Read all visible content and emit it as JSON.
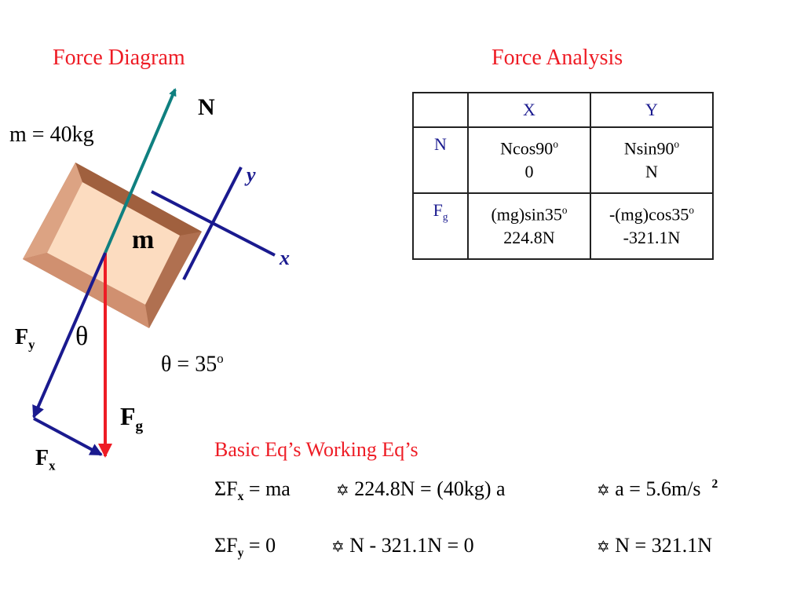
{
  "diagram": {
    "title": "Force Diagram",
    "mass_label": "m = 40kg",
    "block_label": "m",
    "normal_label": "N",
    "fy_label": "F",
    "fy_sub": "y",
    "fx_label": "F",
    "fx_sub": "x",
    "fg_label": "F",
    "fg_sub": "g",
    "theta_symbol": "θ",
    "angle_text": "θ = 35",
    "angle_sup": "o",
    "axis_y": "y",
    "axis_x": "x",
    "colors": {
      "normal": "#0f8080",
      "gravity": "#ee1c25",
      "components": "#1a1a8f",
      "block_outer": "#b07050",
      "block_inner": "#fcdcc0"
    }
  },
  "analysis": {
    "title": "Force Analysis",
    "header_x": "X",
    "header_y": "Y",
    "row_n": {
      "label": "N",
      "x_expr": "Ncos90",
      "x_sup": "o",
      "x_val": "0",
      "y_expr": "Nsin90",
      "y_sup": "o",
      "y_val": "N"
    },
    "row_fg": {
      "label": "F",
      "label_sub": "g",
      "x_expr": "(mg)sin35",
      "x_sup": "o",
      "x_val": "224.8N",
      "y_expr": "-(mg)cos35",
      "y_sup": "o",
      "y_val": "-321.1N"
    }
  },
  "equations": {
    "heading": "Basic Eq’s Working Eq’s",
    "sigma": "Σ",
    "star": "✡",
    "eq1": {
      "lhs_f": "F",
      "lhs_sub": "x",
      "lhs_rest": " = ma",
      "working": "224.8N = (40kg) a",
      "result": "a = 5.6m/s",
      "result_sup": "2"
    },
    "eq2": {
      "lhs_f": "F",
      "lhs_sub": "y",
      "lhs_rest": " = 0",
      "working": "N - 321.1N = 0",
      "result": "N = 321.1N"
    }
  }
}
